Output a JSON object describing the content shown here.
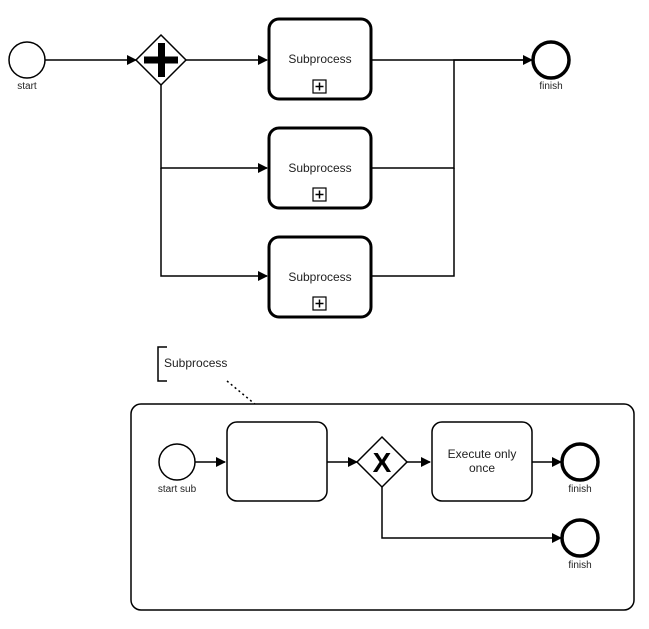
{
  "main_process": {
    "start_label": "start",
    "finish_label": "finish",
    "subprocesses": [
      {
        "label": "Subprocess"
      },
      {
        "label": "Subprocess"
      },
      {
        "label": "Subprocess"
      }
    ]
  },
  "annotation": {
    "text": "Subprocess"
  },
  "subprocess_detail": {
    "start_label": "start sub",
    "task_empty_label": "",
    "task_label_line1": "Execute only",
    "task_label_line2": "once",
    "finish_top_label": "finish",
    "finish_bottom_label": "finish",
    "gateway_symbol": "X"
  }
}
